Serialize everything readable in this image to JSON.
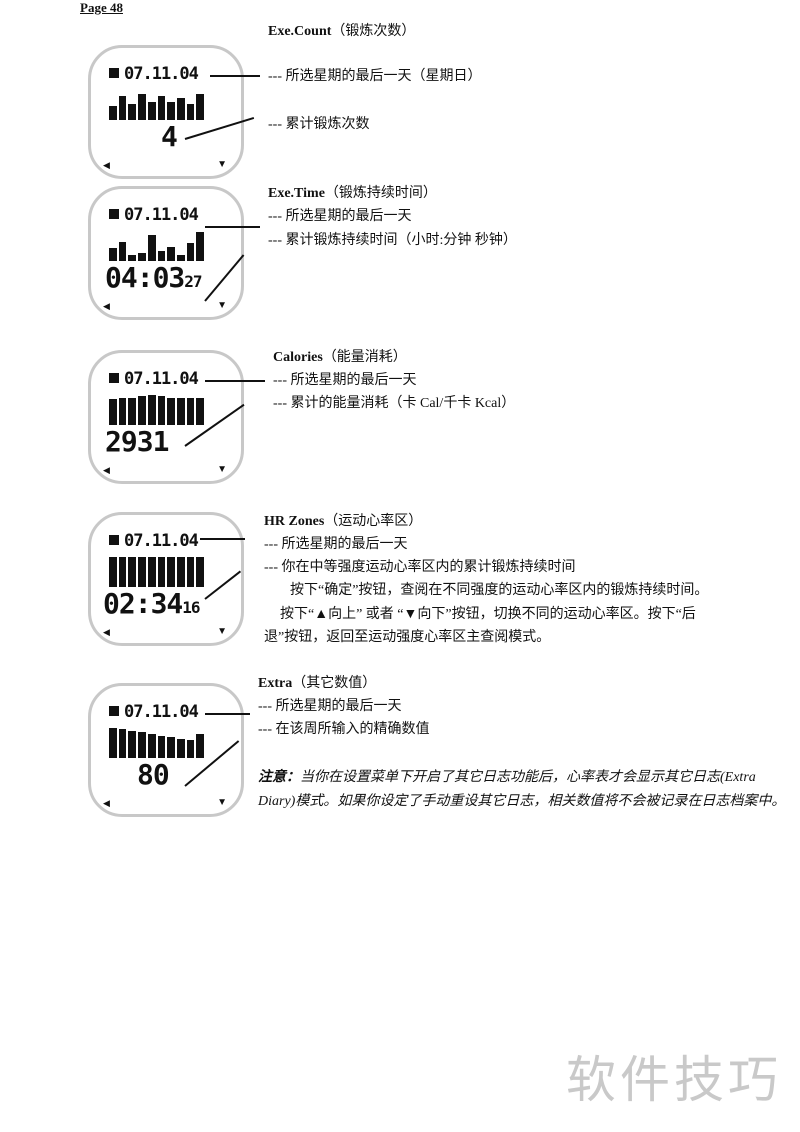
{
  "page_label": "Page 48",
  "sections": [
    {
      "title": "Exe.Count",
      "title_cn": "（锻炼次数）",
      "lines": [
        "--- 所选星期的最后一天（星期日）",
        "--- 累计锻炼次数"
      ],
      "date": "07.11.04",
      "value": "4",
      "small": ""
    },
    {
      "title": "Exe.Time",
      "title_cn": "（锻炼持续时间）",
      "lines": [
        "--- 所选星期的最后一天",
        "--- 累计锻炼持续时间（小时:分钟  秒钟）"
      ],
      "date": "07.11.04",
      "value": "04:03",
      "small": "27"
    },
    {
      "title": "Calories",
      "title_cn": "（能量消耗）",
      "lines": [
        "--- 所选星期的最后一天",
        "--- 累计的能量消耗（卡 Cal/千卡  Kcal）"
      ],
      "date": "07.11.04",
      "value": "2931",
      "small": ""
    },
    {
      "title": "HR Zones",
      "title_cn": "（运动心率区）",
      "lines": [
        "--- 所选星期的最后一天",
        "--- 你在中等强度运动心率区内的累计锻炼持续时间",
        "按下“确定”按钮，查阅在不同强度的运动心率区内的锻炼持续时间。",
        "按下“▲向上”  或者  “▼向下”按钮，切换不同的运动心率区。按下“后",
        "退”按钮，返回至运动强度心率区主查阅模式。"
      ],
      "date": "07.11.04",
      "value": "02:34",
      "small": "16"
    },
    {
      "title": "Extra",
      "title_cn": "（其它数值）",
      "lines": [
        "--- 所选星期的最后一天",
        "--- 在该周所输入的精确数值"
      ],
      "date": "07.11.04",
      "value": "80",
      "small": ""
    }
  ],
  "note": {
    "label": "注意：",
    "text": "当你在设置菜单下开启了其它日志功能后，心率表才会显示其它日志(Extra Diary)模式。如果你设定了手动重设其它日志，相关数值将不会被记录在日志档案中。"
  },
  "watermark": "软件技巧"
}
